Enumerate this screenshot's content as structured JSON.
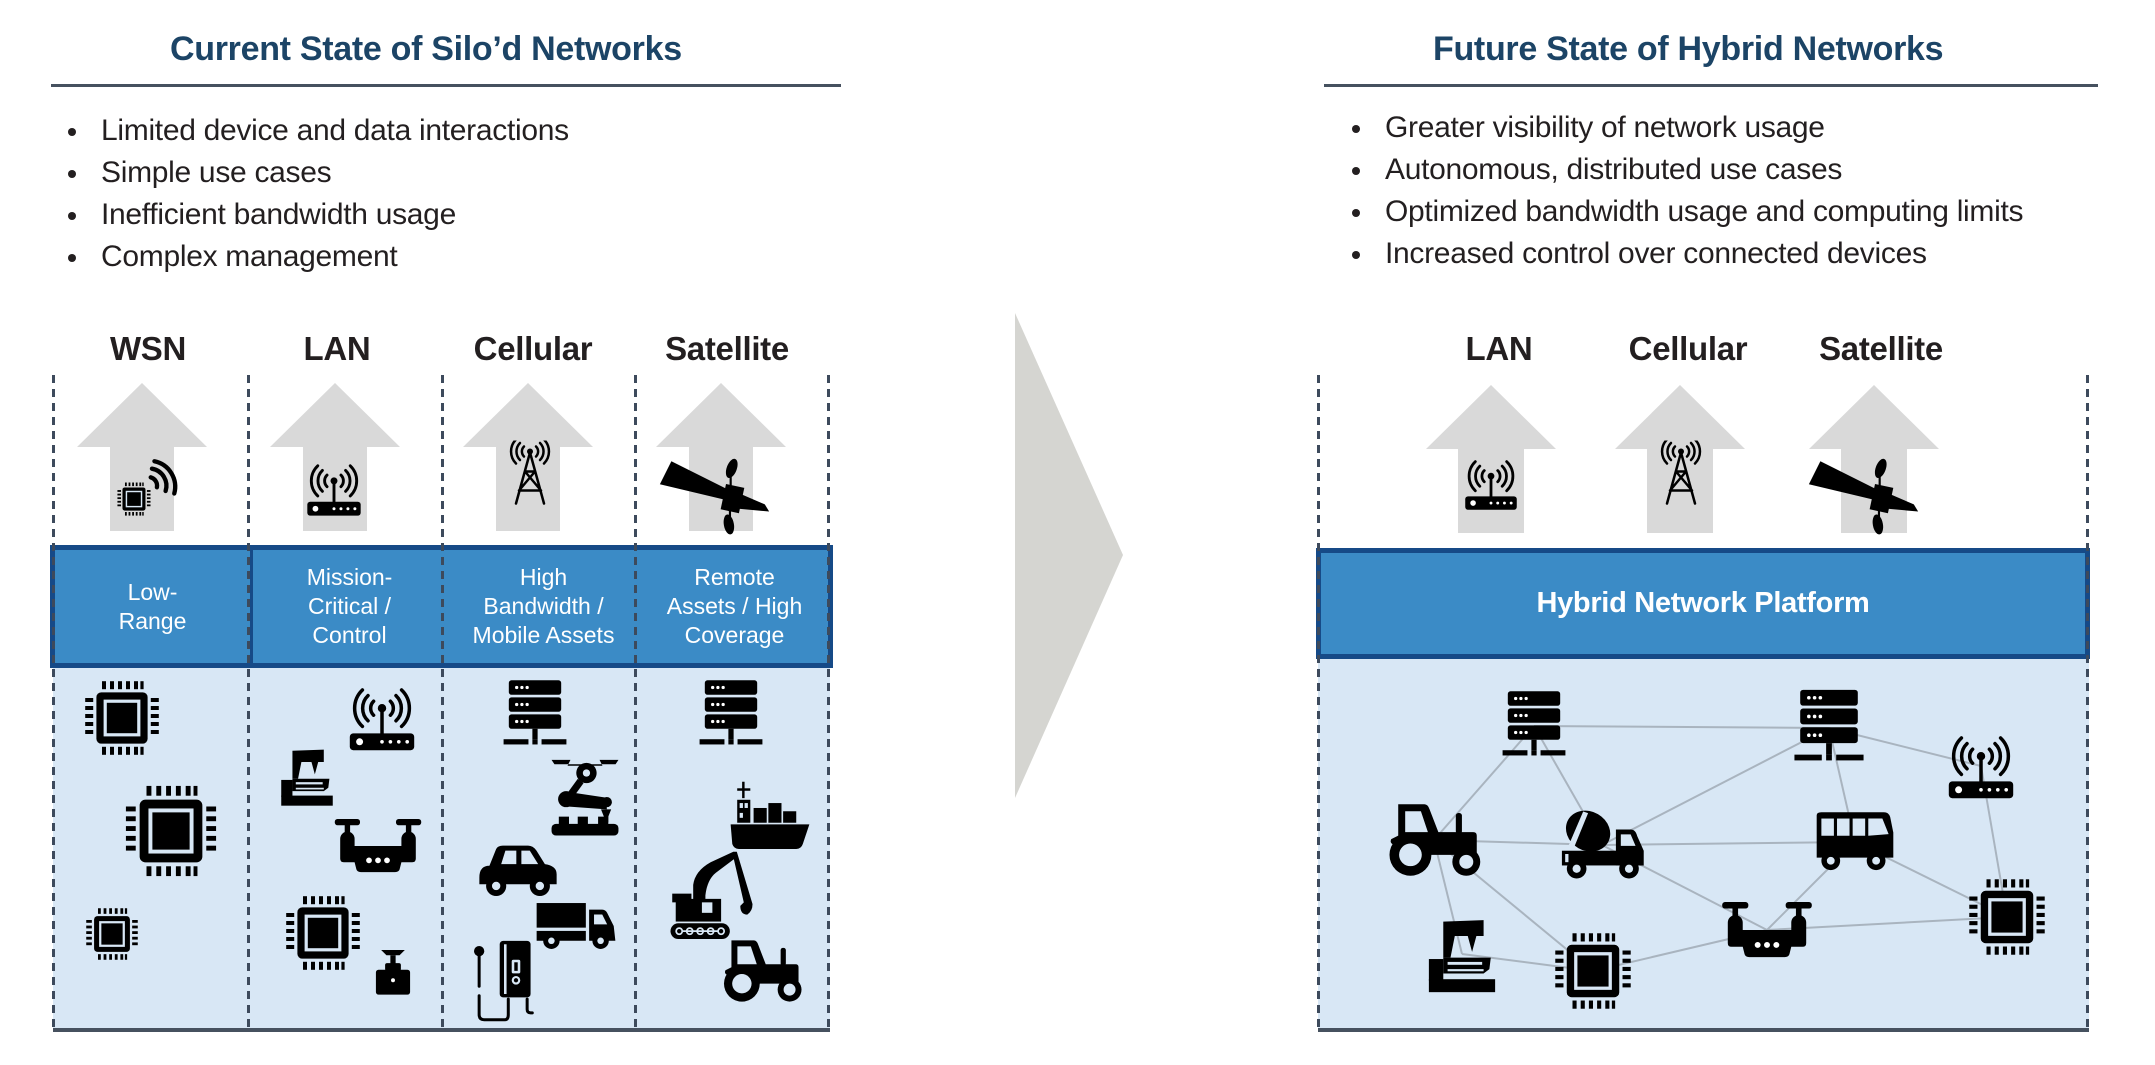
{
  "current": {
    "title": "Current State of Silo’d Networks",
    "bullets": [
      "Limited device and data interactions",
      "Simple use cases",
      "Inefficient bandwidth usage",
      "Complex management"
    ],
    "columns": [
      {
        "name": "WSN",
        "uplink_icon": "wireless-chip-icon",
        "band_label": "Low-\nRange",
        "devices": [
          "microchip-icon",
          "microchip-icon",
          "microchip-icon"
        ]
      },
      {
        "name": "LAN",
        "uplink_icon": "wifi-router-icon",
        "band_label": "Mission-\nCritical /\nControl",
        "devices": [
          "wifi-router-icon",
          "cnc-machine-icon",
          "drone-icon",
          "microchip-icon",
          "joystick-icon"
        ]
      },
      {
        "name": "Cellular",
        "uplink_icon": "cell-tower-icon",
        "band_label": "High\nBandwidth /\nMobile Assets",
        "devices": [
          "server-icon",
          "robotic-arm-icon",
          "car-icon",
          "delivery-truck-icon",
          "ev-charger-icon"
        ]
      },
      {
        "name": "Satellite",
        "uplink_icon": "satellite-icon",
        "band_label": "Remote\nAssets / High\nCoverage",
        "devices": [
          "server-icon",
          "cargo-ship-icon",
          "excavator-icon",
          "tractor-icon"
        ]
      }
    ]
  },
  "future": {
    "title": "Future State of Hybrid Networks",
    "bullets": [
      "Greater visibility of network usage",
      "Autonomous, distributed use cases",
      "Optimized bandwidth usage and computing limits",
      "Increased control over connected devices"
    ],
    "columns": [
      {
        "name": "LAN",
        "uplink_icon": "wifi-router-icon"
      },
      {
        "name": "Cellular",
        "uplink_icon": "cell-tower-icon"
      },
      {
        "name": "Satellite",
        "uplink_icon": "satellite-icon"
      }
    ],
    "platform_label": "Hybrid Network Platform",
    "network": {
      "nodes": [
        {
          "id": "server-a",
          "icon": "server-icon"
        },
        {
          "id": "server-b",
          "icon": "server-icon"
        },
        {
          "id": "router",
          "icon": "wifi-router-icon"
        },
        {
          "id": "tractor",
          "icon": "tractor-icon"
        },
        {
          "id": "mixer",
          "icon": "cement-mixer-truck-icon"
        },
        {
          "id": "bus",
          "icon": "bus-icon"
        },
        {
          "id": "chip-right",
          "icon": "microchip-icon"
        },
        {
          "id": "drone",
          "icon": "drone-icon"
        },
        {
          "id": "cnc",
          "icon": "cnc-machine-icon"
        },
        {
          "id": "chip-bottom",
          "icon": "microchip-icon"
        }
      ],
      "edges": [
        [
          "server-a",
          "server-b"
        ],
        [
          "server-a",
          "tractor"
        ],
        [
          "server-a",
          "mixer"
        ],
        [
          "server-b",
          "mixer"
        ],
        [
          "server-b",
          "bus"
        ],
        [
          "server-b",
          "router"
        ],
        [
          "router",
          "chip-right"
        ],
        [
          "tractor",
          "mixer"
        ],
        [
          "tractor",
          "cnc"
        ],
        [
          "tractor",
          "chip-bottom"
        ],
        [
          "mixer",
          "bus"
        ],
        [
          "mixer",
          "drone"
        ],
        [
          "bus",
          "drone"
        ],
        [
          "bus",
          "chip-right"
        ],
        [
          "drone",
          "chip-right"
        ],
        [
          "drone",
          "chip-bottom"
        ],
        [
          "cnc",
          "chip-bottom"
        ]
      ]
    }
  },
  "colors": {
    "title": "#1c4466",
    "band_fill": "#3b8bc6",
    "band_border": "#164a87",
    "device_area": "#d8e7f5",
    "uplink_arrow": "#d9d9d9",
    "transition_arrow": "#d5d5d1",
    "network_link": "#a9b4bf"
  }
}
